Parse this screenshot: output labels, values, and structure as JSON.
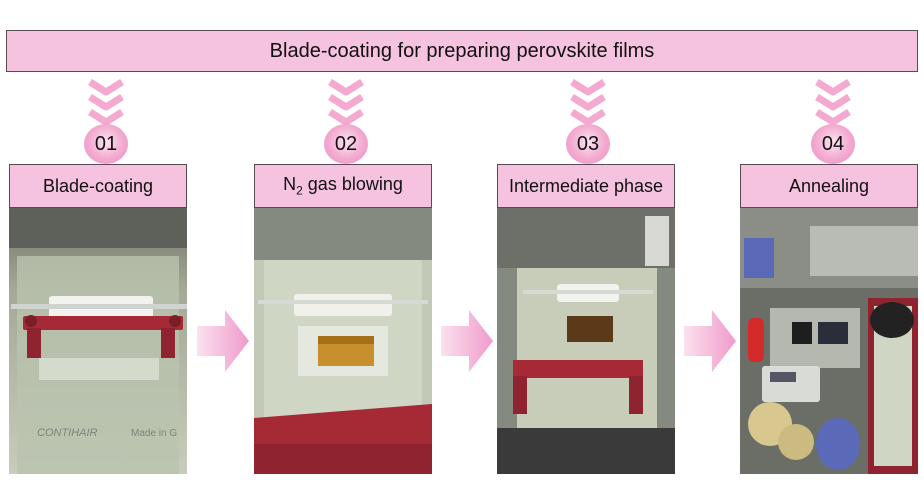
{
  "title": "Blade-coating for preparing perovskite films",
  "steps": [
    {
      "number": "01",
      "label": "Blade-coating"
    },
    {
      "number": "02",
      "label_main": "N",
      "label_sub": "2",
      "label_rest": " gas blowing"
    },
    {
      "number": "03",
      "label": "Intermediate phase"
    },
    {
      "number": "04",
      "label": "Annealing"
    }
  ],
  "photo1_text": {
    "brand": "CONTIHAIR",
    "made_in": "Made in G"
  },
  "colors": {
    "pink_fill": "#f5c2df",
    "border": "#5a4b52",
    "arrow": "#f3a9d0",
    "applicator_red": "#a52a35"
  },
  "icons": [
    "chevron-down-icon",
    "arrow-right-icon"
  ]
}
